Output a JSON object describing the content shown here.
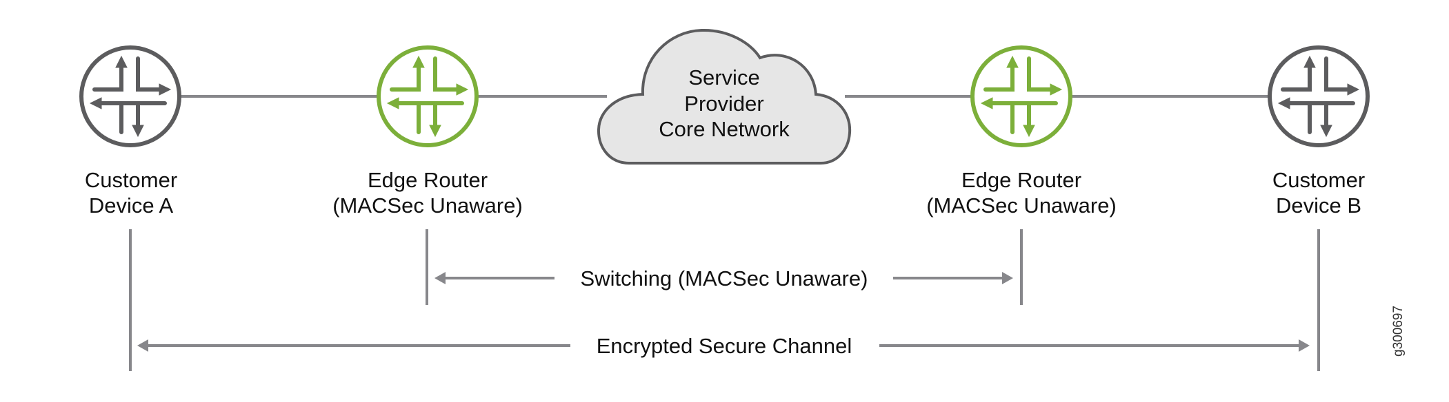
{
  "colors": {
    "device_gray": "#5c5c5e",
    "router_green": "#7caf3a",
    "link_gray": "#87878b",
    "cloud_fill": "#e6e6e6",
    "cloud_stroke": "#5c5c5e",
    "text": "#111111"
  },
  "nodes": [
    {
      "id": "customer-a",
      "type": "router-icon",
      "style": "device_gray",
      "label": [
        "Customer",
        "Device A"
      ]
    },
    {
      "id": "edge-router-a",
      "type": "router-icon",
      "style": "router_green",
      "label": [
        "Edge Router",
        "(MACSec Unaware)"
      ]
    },
    {
      "id": "cloud",
      "type": "cloud",
      "label": [
        "Service",
        "Provider",
        "Core Network"
      ]
    },
    {
      "id": "edge-router-b",
      "type": "router-icon",
      "style": "router_green",
      "label": [
        "Edge Router",
        "(MACSec Unaware)"
      ]
    },
    {
      "id": "customer-b",
      "type": "router-icon",
      "style": "device_gray",
      "label": [
        "Customer",
        "Device B"
      ]
    }
  ],
  "spans": [
    {
      "id": "switching",
      "from": "edge-router-a",
      "to": "edge-router-b",
      "label": "Switching (MACSec Unaware)",
      "bidirectional": true
    },
    {
      "id": "encrypted",
      "from": "customer-a",
      "to": "customer-b",
      "label": "Encrypted Secure Channel",
      "bidirectional": true
    }
  ],
  "figure_id": "g300697"
}
